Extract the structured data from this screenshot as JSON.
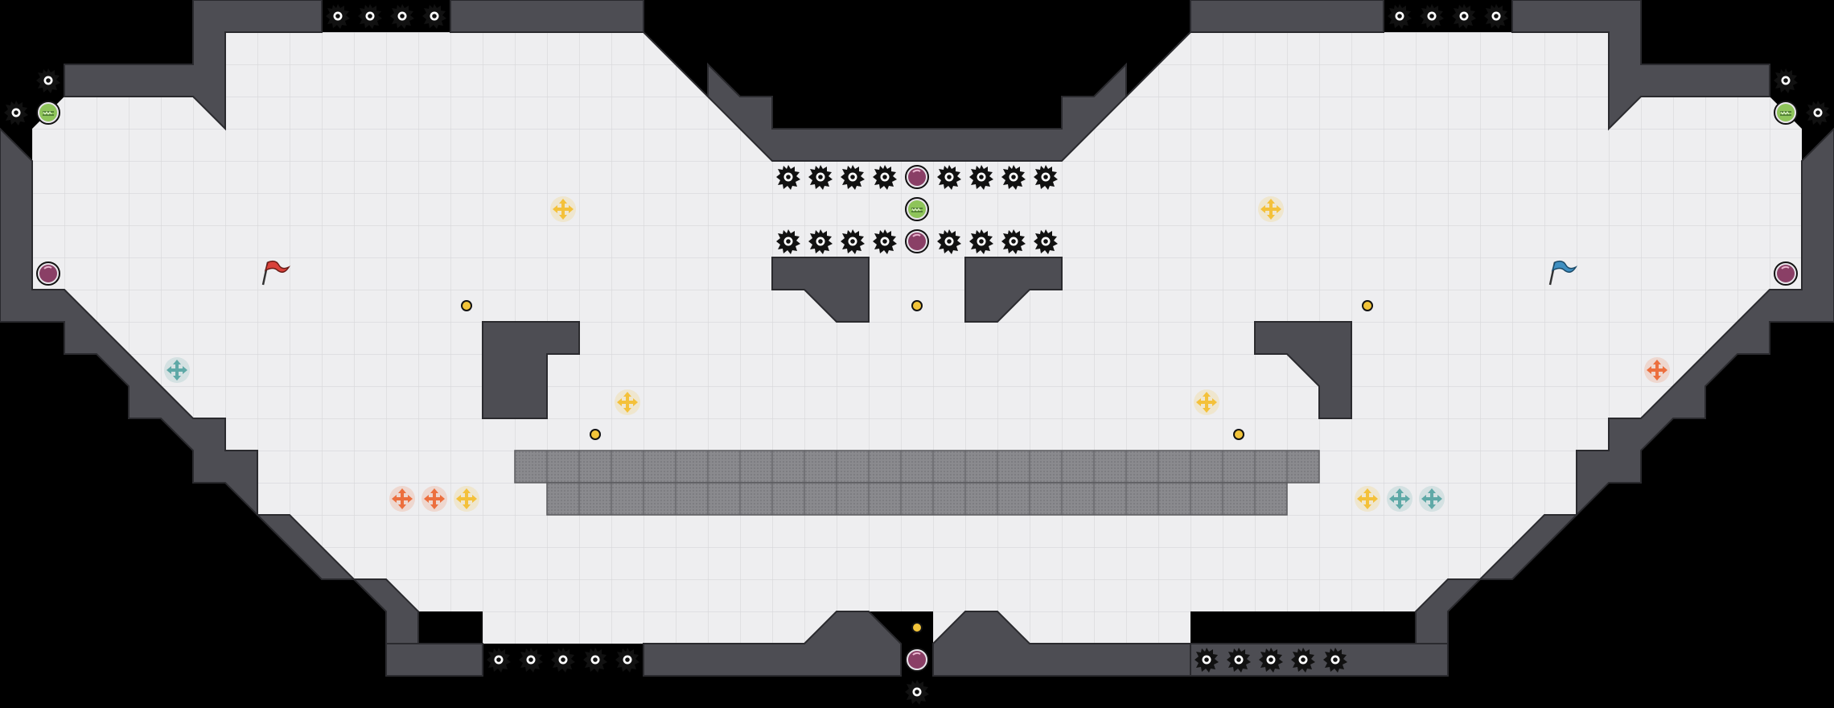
{
  "map": {
    "grid": {
      "cols": 57,
      "rows": 22
    },
    "colors": {
      "background": "#000000",
      "floor": "#eeeef0",
      "grid_line": "#d6d6da",
      "wall": "#4d4d53",
      "wall_edge": "#2a2a2e",
      "wall_highlight": "#6a6a70",
      "bridge": "#8a8a8e",
      "bridge_dots": "#6d6d72",
      "spike": "#111111",
      "portal_purple": "#8a3f66",
      "portal_green": "#8ec45a",
      "boost_yellow": "#f4c13a",
      "boost_orange": "#ec6f3e",
      "boost_teal": "#5fa9a7",
      "coin": "#f2c43a",
      "flag_red": "#d9413a",
      "flag_blue": "#3f8fc1"
    },
    "flags": [
      {
        "team": "red",
        "icon": "red-flag-icon"
      },
      {
        "team": "blue",
        "icon": "blue-flag-icon"
      }
    ],
    "icons": {
      "spike": "spike-icon",
      "portal": "portal-icon",
      "boost": "boost-pad-icon",
      "coin": "coin-icon",
      "bridge": "bridge-tile"
    }
  }
}
